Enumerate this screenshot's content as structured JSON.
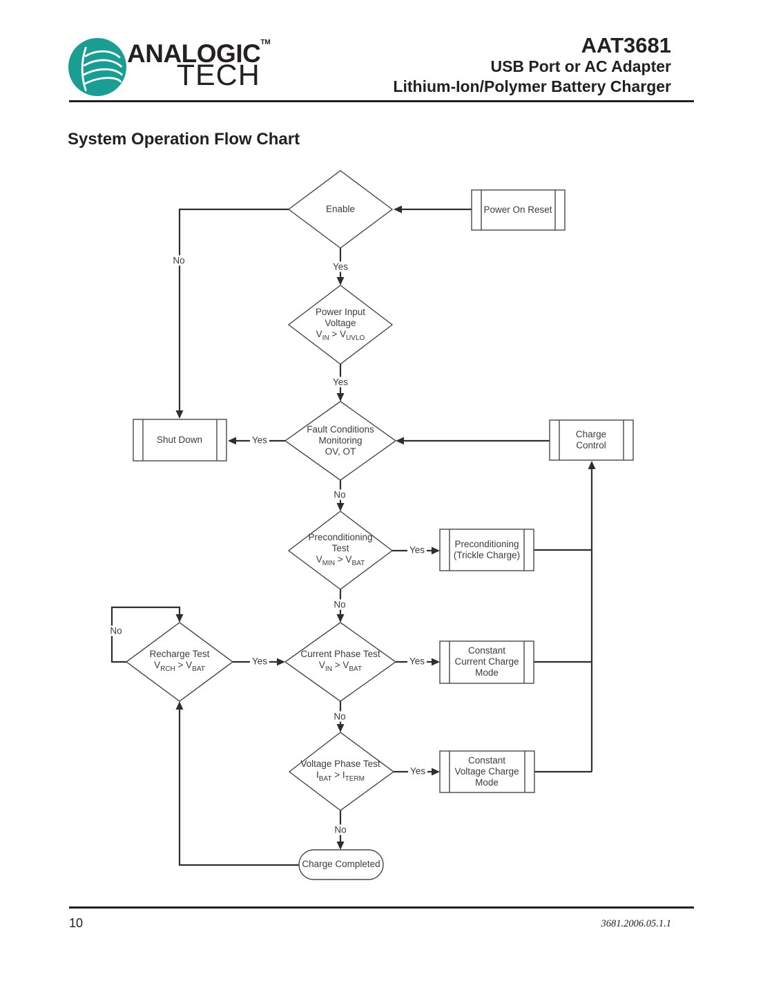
{
  "header": {
    "logo": {
      "brand_top": "ANALOGIC",
      "brand_bottom": "TECH",
      "trademark": "TM",
      "brand_color": "#1A9E94"
    },
    "part_number": "AAT3681",
    "subtitle1": "USB Port or AC Adapter",
    "subtitle2": "Lithium-Ion/Polymer Battery Charger"
  },
  "section_title": "System Operation Flow Chart",
  "flowchart": {
    "nodes": {
      "enable": {
        "type": "decision",
        "label": "Enable"
      },
      "power_on_reset": {
        "type": "process",
        "label": "Power On Reset"
      },
      "power_input": {
        "type": "decision",
        "line1": "Power Input",
        "line2": "Voltage",
        "formula": {
          "base1": "V",
          "sub1": "IN",
          "op": " > ",
          "base2": "V",
          "sub2": "UVLO"
        }
      },
      "fault": {
        "type": "decision",
        "line1": "Fault Conditions",
        "line2": "Monitoring",
        "line3": "OV, OT"
      },
      "shut_down": {
        "type": "process",
        "label": "Shut Down"
      },
      "charge_control": {
        "type": "process",
        "line1": "Charge",
        "line2": "Control"
      },
      "preconditioning_test": {
        "type": "decision",
        "line1": "Preconditioning",
        "line2": "Test",
        "formula": {
          "base1": "V",
          "sub1": "MIN",
          "op": " > ",
          "base2": "V",
          "sub2": "BAT"
        }
      },
      "preconditioning_mode": {
        "type": "process",
        "line1": "Preconditioning",
        "line2": "(Trickle Charge)"
      },
      "recharge_test": {
        "type": "decision",
        "line1": "Recharge Test",
        "formula": {
          "base1": "V",
          "sub1": "RCH",
          "op": " > ",
          "base2": "V",
          "sub2": "BAT"
        }
      },
      "current_phase": {
        "type": "decision",
        "line1": "Current Phase Test",
        "formula": {
          "base1": "V",
          "sub1": "IN",
          "op": " > ",
          "base2": "V",
          "sub2": "BAT"
        }
      },
      "constant_current": {
        "type": "process",
        "line1": "Constant",
        "line2": "Current Charge",
        "line3": "Mode"
      },
      "voltage_phase": {
        "type": "decision",
        "line1": "Voltage Phase Test",
        "formula": {
          "base1": "I",
          "sub1": "BAT",
          "op": " > ",
          "base2": "I",
          "sub2": "TERM"
        }
      },
      "constant_voltage": {
        "type": "process",
        "line1": "Constant",
        "line2": "Voltage Charge",
        "line3": "Mode"
      },
      "charge_completed": {
        "type": "terminator",
        "label": "Charge Completed"
      }
    },
    "edge_labels": {
      "enable_no": "No",
      "enable_yes": "Yes",
      "power_input_yes": "Yes",
      "fault_yes": "Yes",
      "fault_no": "No",
      "precond_yes": "Yes",
      "precond_no": "No",
      "recharge_no": "No",
      "recharge_yes": "Yes",
      "current_yes": "Yes",
      "current_no": "No",
      "voltage_yes": "Yes",
      "voltage_no": "No"
    }
  },
  "footer": {
    "page_number": "10",
    "doc_version": "3681.2006.05.1.1"
  }
}
